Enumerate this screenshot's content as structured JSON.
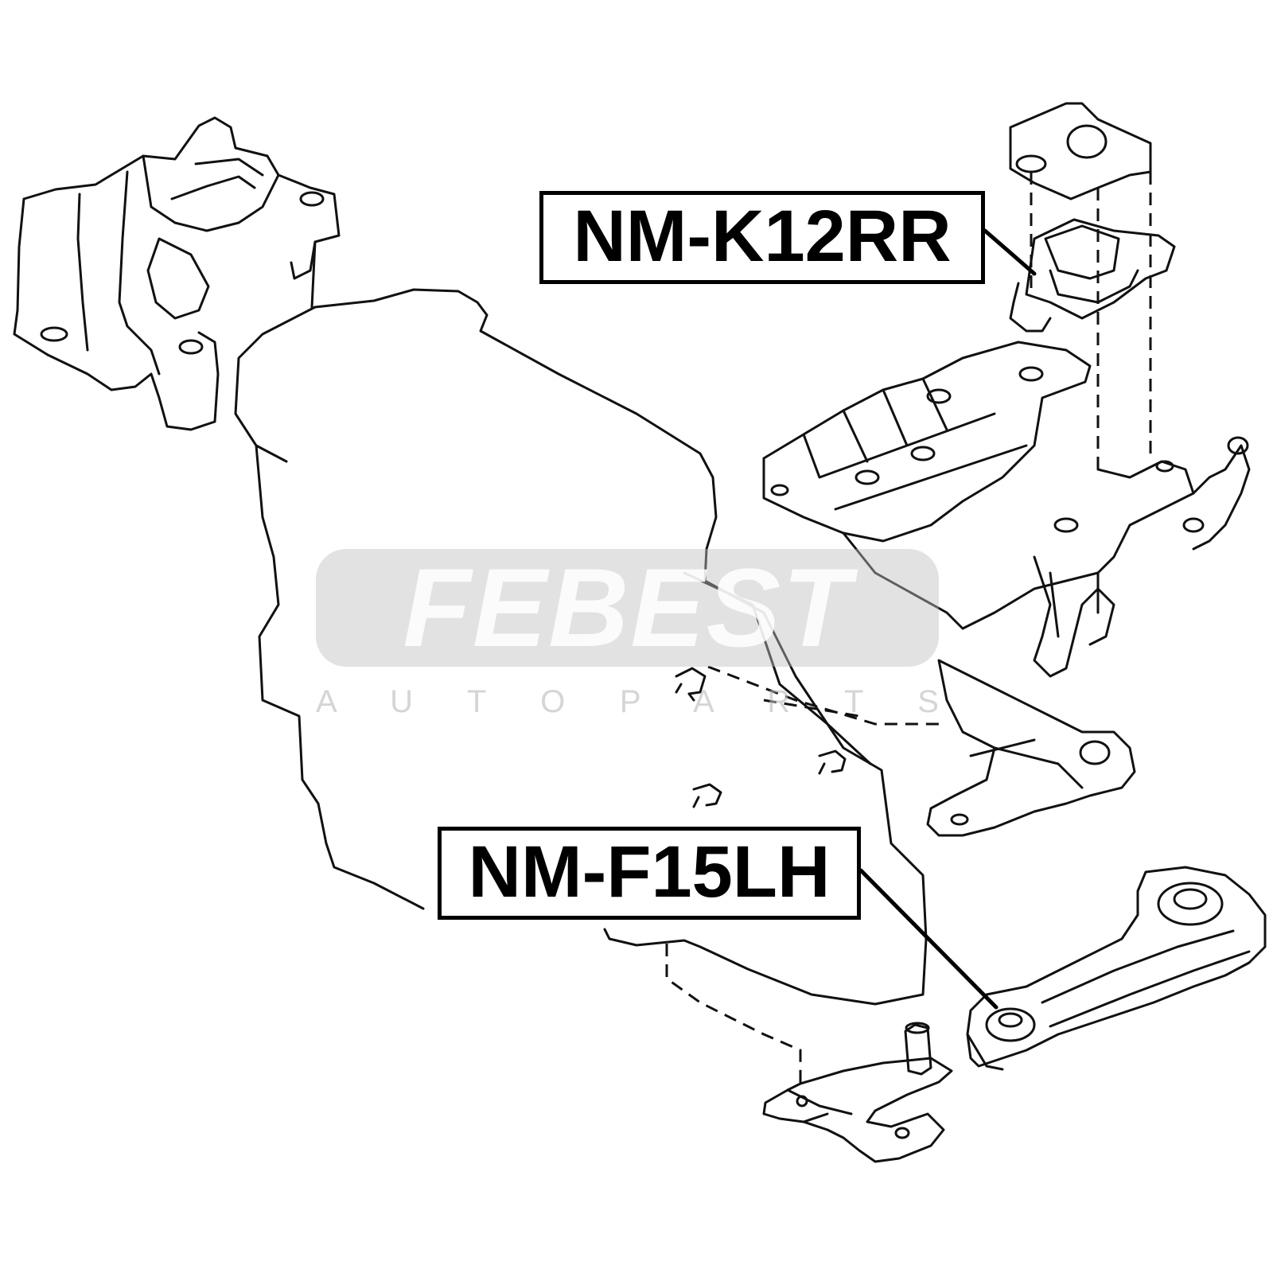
{
  "diagram": {
    "labels": [
      {
        "id": "k12rr",
        "text": "NM-K12RR"
      },
      {
        "id": "f15lh",
        "text": "NM-F15LH"
      }
    ]
  },
  "watermark": {
    "brand": "FEBEST",
    "tagline": "A U T O P A R T S"
  },
  "colors": {
    "line": "#111111",
    "label_border": "#000000",
    "watermark_gray": "#bebebe"
  }
}
